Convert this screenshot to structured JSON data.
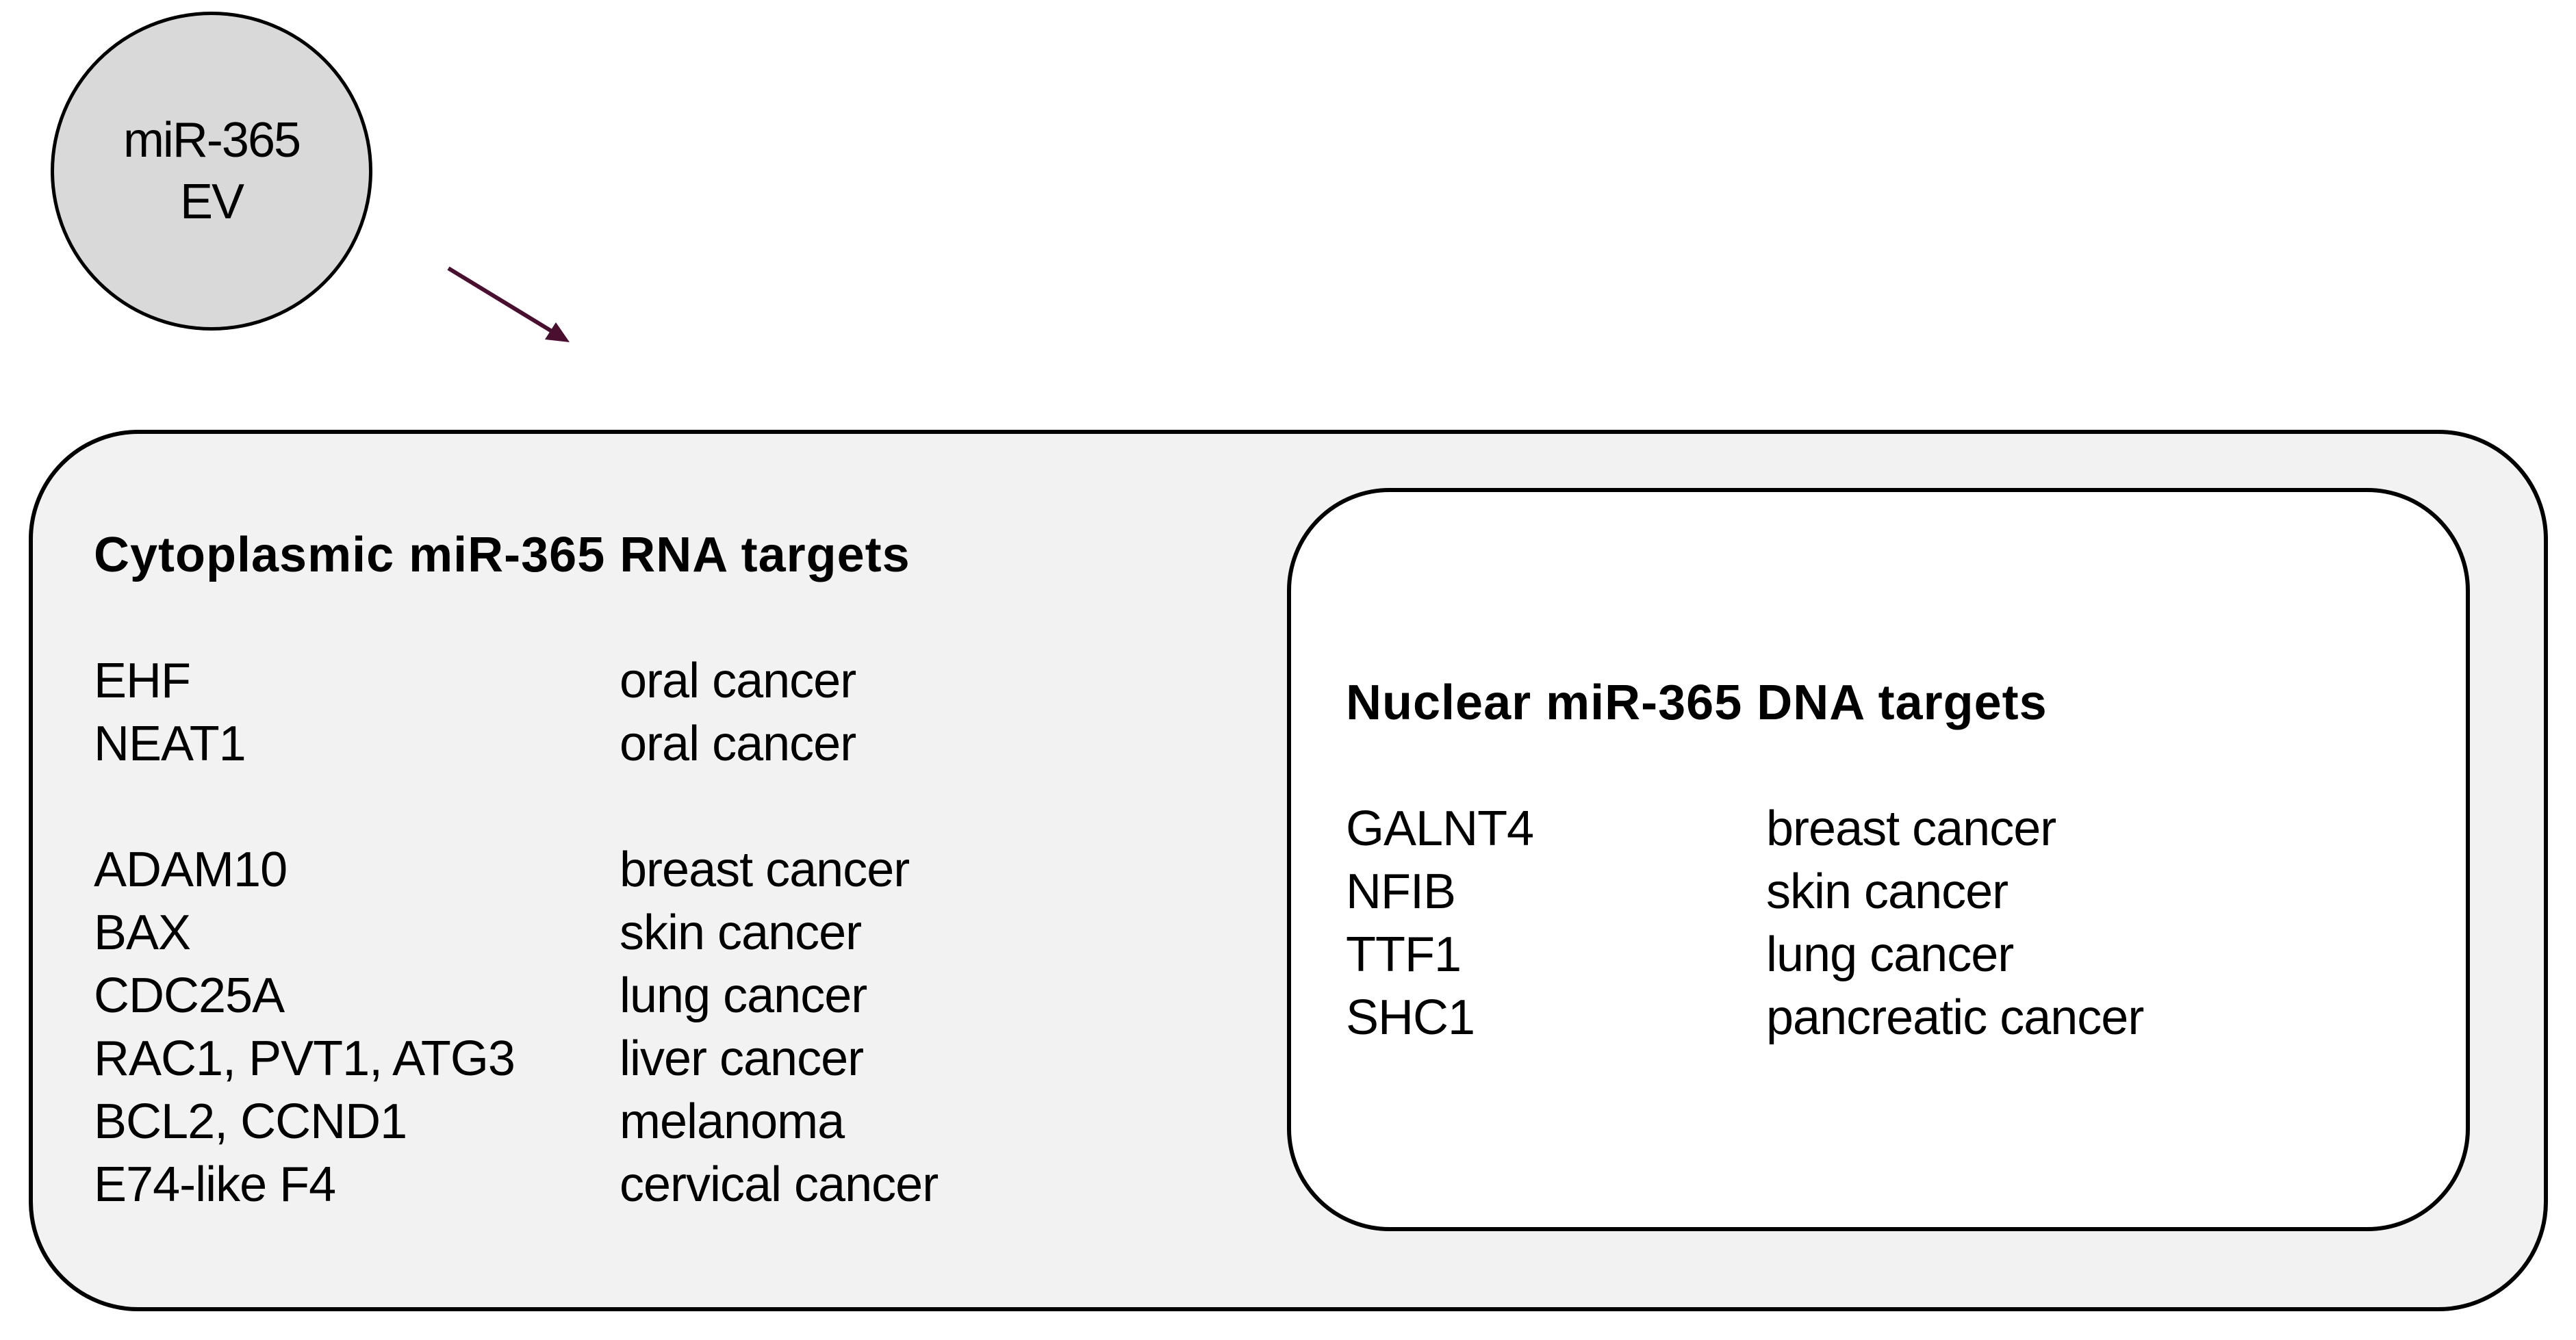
{
  "ev": {
    "line1": "miR-365",
    "line2": "EV"
  },
  "cytoplasm": {
    "title": "Cytoplasmic miR-365 RNA targets",
    "targets": [
      {
        "gene": "EHF",
        "cancer": "oral cancer"
      },
      {
        "gene": "NEAT1",
        "cancer": "oral cancer"
      },
      {
        "gene": "ADAM10",
        "cancer": "breast cancer"
      },
      {
        "gene": "BAX",
        "cancer": "skin cancer"
      },
      {
        "gene": "CDC25A",
        "cancer": "lung cancer"
      },
      {
        "gene": "RAC1, PVT1, ATG3",
        "cancer": "liver cancer"
      },
      {
        "gene": "BCL2, CCND1",
        "cancer": "melanoma"
      },
      {
        "gene": "E74-like F4",
        "cancer": "cervical cancer"
      }
    ]
  },
  "nucleus": {
    "title": "Nuclear miR-365 DNA targets",
    "targets": [
      {
        "gene": "GALNT4",
        "cancer": "breast cancer"
      },
      {
        "gene": "NFIB",
        "cancer": "skin cancer"
      },
      {
        "gene": "TTF1",
        "cancer": "lung cancer"
      },
      {
        "gene": "SHC1",
        "cancer": "pancreatic cancer"
      }
    ]
  },
  "colors": {
    "ev_fill": "#d9d9d9",
    "cell_fill": "#f2f2f2",
    "nucleus_fill": "#ffffff",
    "arrow": "#4a0f2e"
  }
}
